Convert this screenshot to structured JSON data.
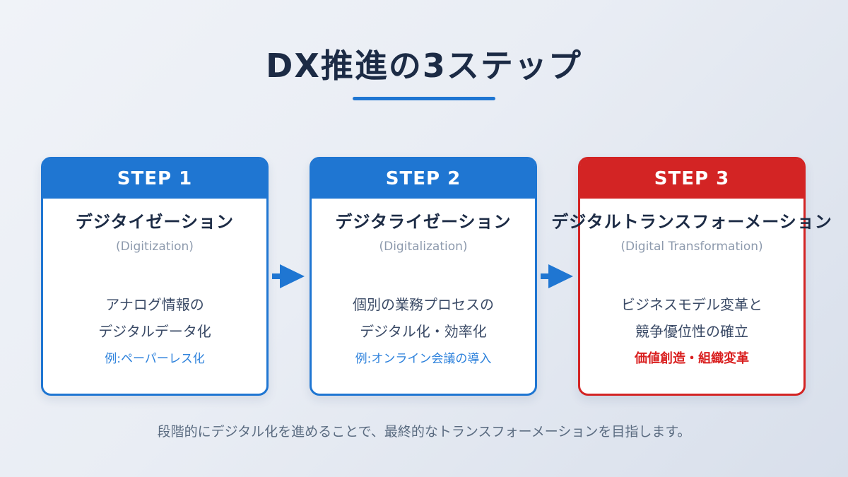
{
  "page": {
    "title": "DX推進の3ステップ",
    "caption": "段階的にデジタル化を進めることで、最終的なトランスフォーメーションを目指します。"
  },
  "colors": {
    "accent_blue": "#1f76d2",
    "accent_red": "#d32424",
    "title_navy": "#1c2b45",
    "body_slate": "#3a4a66",
    "subtitle_gray": "#8d9aad",
    "example_blue": "#2e82dc",
    "highlight_red": "#d91f1f",
    "caption_slate": "#5a6b80"
  },
  "steps": [
    {
      "badge": "STEP 1",
      "title": "デジタイゼーション",
      "subtitle": "(Digitization)",
      "line1": "アナログ情報の",
      "line2": "デジタルデータ化",
      "example": "例:ペーパーレス化"
    },
    {
      "badge": "STEP 2",
      "title": "デジタライゼーション",
      "subtitle": "(Digitalization)",
      "line1": "個別の業務プロセスの",
      "line2": "デジタル化・効率化",
      "example": "例:オンライン会議の導入"
    },
    {
      "badge": "STEP 3",
      "title": "デジタルトランスフォーメーション",
      "subtitle": "(Digital Transformation)",
      "line1": "ビジネスモデル変革と",
      "line2": "競争優位性の確立",
      "example": "価値創造・組織変革"
    }
  ]
}
